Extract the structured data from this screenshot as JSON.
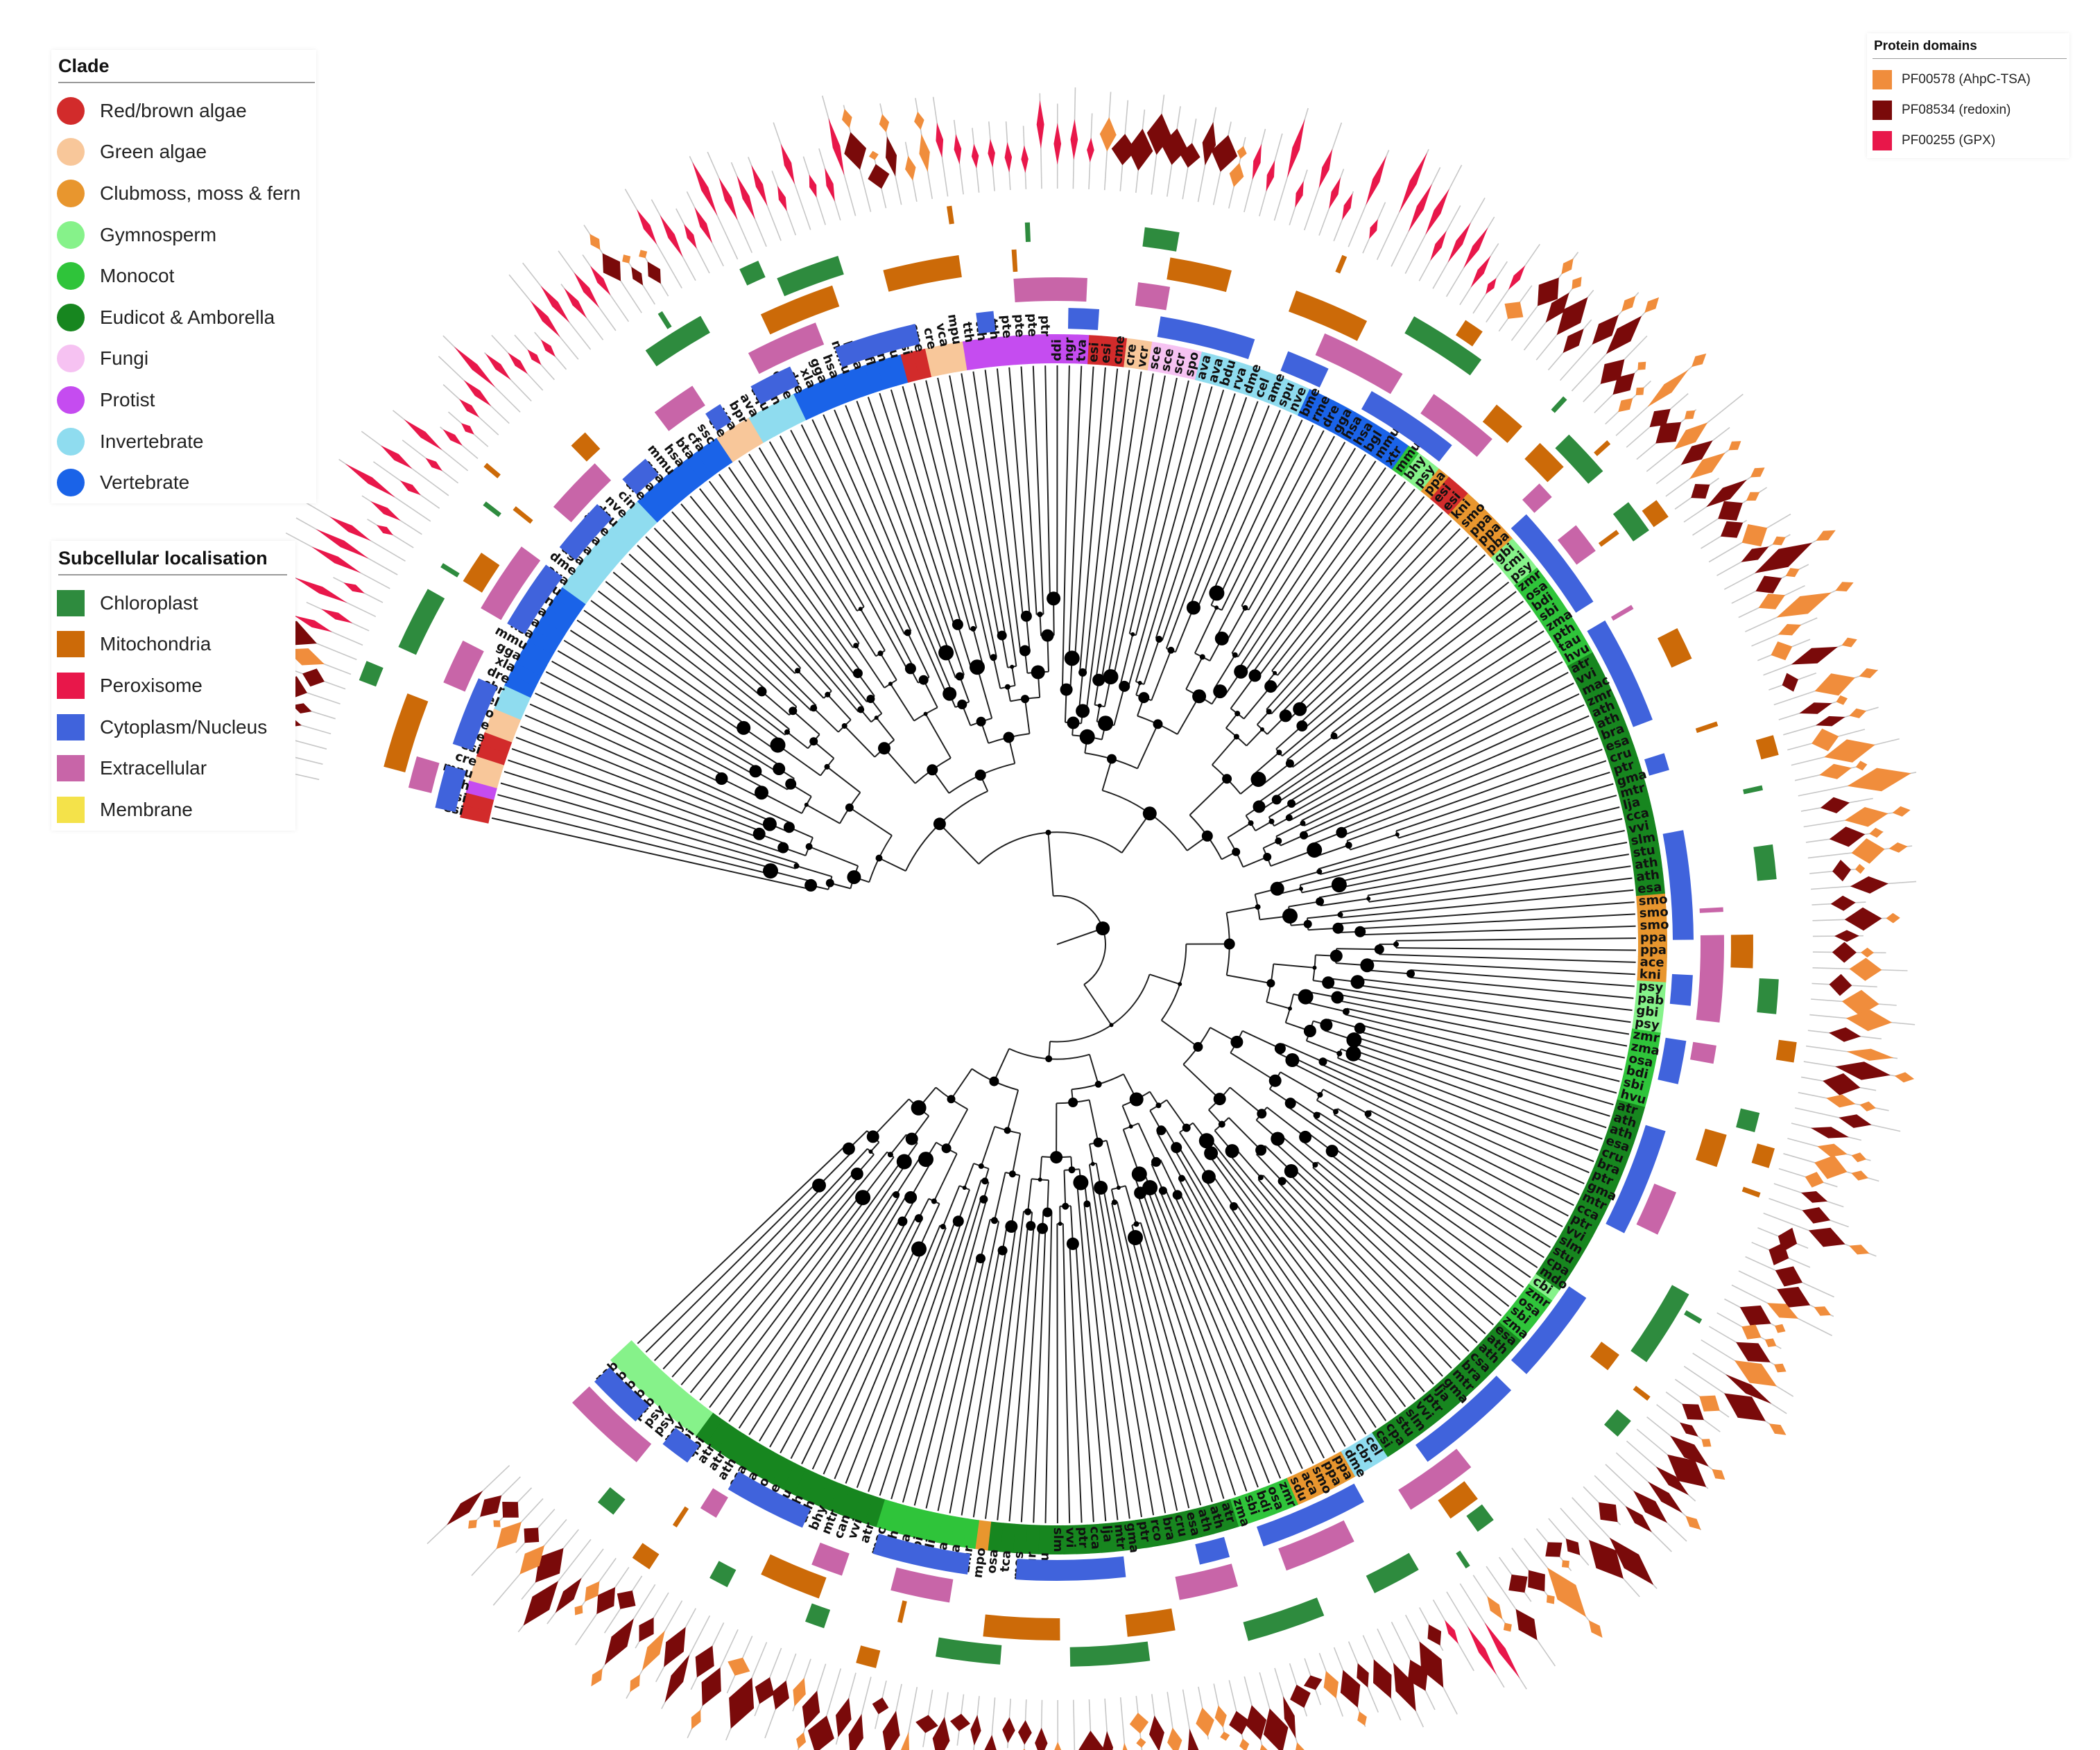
{
  "clade_legend": {
    "title": "Clade",
    "items": [
      {
        "label": "Red/brown algae",
        "color": "#d22b2b"
      },
      {
        "label": "Green algae",
        "color": "#f8c79a"
      },
      {
        "label": "Clubmoss, moss & fern",
        "color": "#e8962e"
      },
      {
        "label": "Gymnosperm",
        "color": "#86f28a"
      },
      {
        "label": "Monocot",
        "color": "#2fc43a"
      },
      {
        "label": "Eudicot & Amborella",
        "color": "#17861f"
      },
      {
        "label": "Fungi",
        "color": "#f6c2f2"
      },
      {
        "label": "Protist",
        "color": "#c54cf0"
      },
      {
        "label": "Invertebrate",
        "color": "#8fdcef"
      },
      {
        "label": "Vertebrate",
        "color": "#1a63e8"
      }
    ]
  },
  "localisation_legend": {
    "title": "Subcellular localisation",
    "items": [
      {
        "label": "Chloroplast",
        "color": "#2e8b3e"
      },
      {
        "label": "Mitochondria",
        "color": "#cc6a08"
      },
      {
        "label": "Peroxisome",
        "color": "#e8174a"
      },
      {
        "label": "Cytoplasm/Nucleus",
        "color": "#4063dc"
      },
      {
        "label": "Extracellular",
        "color": "#c865a8"
      },
      {
        "label": "Membrane",
        "color": "#f4e24a"
      }
    ]
  },
  "domain_legend": {
    "title": "Protein domains",
    "items": [
      {
        "label": "PF00578 (AhpC-TSA)",
        "color": "#f08d3c"
      },
      {
        "label": "PF08534 (redoxin)",
        "color": "#7a0a0a"
      },
      {
        "label": "PF00255 (GPX)",
        "color": "#e8174a"
      }
    ]
  },
  "tree": {
    "clade_segments": [
      {
        "clade": "Red/brown algae",
        "count": 2,
        "labels": [
          "esi",
          "esi"
        ]
      },
      {
        "clade": "Protist",
        "count": 1,
        "labels": [
          "tth"
        ]
      },
      {
        "clade": "Green algae",
        "count": 2,
        "labels": [
          "mpu",
          "cre"
        ]
      },
      {
        "clade": "Red/brown algae",
        "count": 2,
        "labels": [
          "esi",
          "cme"
        ]
      },
      {
        "clade": "Green algae",
        "count": 2,
        "labels": [
          "cre",
          "mco"
        ]
      },
      {
        "clade": "Invertebrate",
        "count": 2,
        "labels": [
          "cel",
          "cbr"
        ]
      },
      {
        "clade": "Vertebrate",
        "count": 9,
        "labels": [
          "dre",
          "xla",
          "gga",
          "mmu",
          "hsa",
          "cfa",
          "bta",
          "oan",
          "tru"
        ]
      },
      {
        "clade": "Invertebrate",
        "count": 9,
        "labels": [
          "ava",
          "dme",
          "aga",
          "sma",
          "tca",
          "ame",
          "dpu",
          "nve",
          "cin"
        ]
      },
      {
        "clade": "Vertebrate",
        "count": 8,
        "labels": [
          "dre",
          "xla",
          "gga",
          "mmu",
          "hsa",
          "bta",
          "cfa",
          "ssc"
        ]
      },
      {
        "clade": "Green algae",
        "count": 3,
        "labels": [
          "cre",
          "vca",
          "bpr"
        ]
      },
      {
        "clade": "Invertebrate",
        "count": 4,
        "labels": [
          "ava",
          "aqu",
          "cin",
          "dme"
        ]
      },
      {
        "clade": "Vertebrate",
        "count": 9,
        "labels": [
          "dre",
          "xla",
          "gga",
          "hsa",
          "mmu",
          "pma",
          "bfl",
          "oan",
          "tru"
        ]
      },
      {
        "clade": "Red/brown algae",
        "count": 2,
        "labels": [
          "esi",
          "cme"
        ]
      },
      {
        "clade": "Green algae",
        "count": 3,
        "labels": [
          "cre",
          "vca",
          "mpu"
        ]
      },
      {
        "clade": "Protist",
        "count": 10,
        "labels": [
          "tth",
          "tth",
          "tth",
          "pte",
          "pte",
          "pte",
          "ptr",
          "ddi",
          "ngr",
          "tva"
        ]
      },
      {
        "clade": "Red/brown algae",
        "count": 3,
        "labels": [
          "esi",
          "esi",
          "cme"
        ]
      },
      {
        "clade": "Green algae",
        "count": 2,
        "labels": [
          "cre",
          "vcr"
        ]
      },
      {
        "clade": "Fungi",
        "count": 4,
        "labels": [
          "sce",
          "sce",
          "scr",
          "spo"
        ]
      },
      {
        "clade": "Invertebrate",
        "count": 9,
        "labels": [
          "ava",
          "ava",
          "bdu",
          "rva",
          "dme",
          "cel",
          "ame",
          "spu",
          "nve"
        ]
      },
      {
        "clade": "Vertebrate",
        "count": 9,
        "labels": [
          "bme",
          "rme",
          "dre",
          "gga",
          "hsa",
          "hsa",
          "bgl",
          "mmu",
          "xtr"
        ]
      },
      {
        "clade": "Monocot",
        "count": 1,
        "labels": [
          "mmu"
        ]
      },
      {
        "clade": "Gymnosperm",
        "count": 2,
        "labels": [
          "bhy",
          "psy"
        ]
      },
      {
        "clade": "Clubmoss, moss & fern",
        "count": 1,
        "labels": [
          "ppa"
        ]
      },
      {
        "clade": "Red/brown algae",
        "count": 2,
        "labels": [
          "esi",
          "esi"
        ]
      },
      {
        "clade": "Clubmoss, moss & fern",
        "count": 5,
        "labels": [
          "kni",
          "smo",
          "ppa",
          "ppa",
          "pba"
        ]
      },
      {
        "clade": "Gymnosperm",
        "count": 3,
        "labels": [
          "gbi",
          "cmi",
          "psy"
        ]
      },
      {
        "clade": "Monocot",
        "count": 8,
        "labels": [
          "zmr",
          "osa",
          "bdi",
          "sbi",
          "zma",
          "pth",
          "tau",
          "hvu"
        ]
      },
      {
        "clade": "Eudicot & Amborella",
        "count": 20,
        "labels": [
          "atr",
          "vvi",
          "mac",
          "zmr",
          "ath",
          "ath",
          "bra",
          "esa",
          "cru",
          "ptr",
          "gma",
          "mtr",
          "lja",
          "cca",
          "vvi",
          "slm",
          "stu",
          "ath",
          "ath",
          "esa"
        ]
      },
      {
        "clade": "Clubmoss, moss & fern",
        "count": 7,
        "labels": [
          "smo",
          "smo",
          "smo",
          "ppa",
          "ppa",
          "ace",
          "kni"
        ]
      },
      {
        "clade": "Gymnosperm",
        "count": 4,
        "labels": [
          "psy",
          "pab",
          "gbi",
          "psy"
        ]
      },
      {
        "clade": "Monocot",
        "count": 6,
        "labels": [
          "zmr",
          "zma",
          "osa",
          "bdi",
          "sbi",
          "hvu"
        ]
      },
      {
        "clade": "Eudicot & Amborella",
        "count": 16,
        "labels": [
          "atr",
          "ath",
          "ath",
          "esa",
          "cru",
          "bra",
          "ptr",
          "gma",
          "mtr",
          "cca",
          "ptr",
          "vvi",
          "slm",
          "stu",
          "cpa",
          "mdo"
        ]
      },
      {
        "clade": "Gymnosperm",
        "count": 1,
        "labels": [
          "cbi"
        ]
      },
      {
        "clade": "Monocot",
        "count": 4,
        "labels": [
          "zmr",
          "osa",
          "sbi",
          "zma"
        ]
      },
      {
        "clade": "Eudicot & Amborella",
        "count": 14,
        "labels": [
          "esa",
          "ath",
          "ath",
          "csa",
          "bra",
          "mtr",
          "gma",
          "lja",
          "ptr",
          "vvi",
          "slm",
          "stu",
          "cpa",
          "csi"
        ]
      },
      {
        "clade": "Invertebrate",
        "count": 3,
        "labels": [
          "cel",
          "cbr",
          "dme"
        ]
      },
      {
        "clade": "Clubmoss, moss & fern",
        "count": 5,
        "labels": [
          "ppa",
          "ppa",
          "smo",
          "aca",
          "sdu"
        ]
      },
      {
        "clade": "Monocot",
        "count": 5,
        "labels": [
          "zmr",
          "osa",
          "bdi",
          "sbi",
          "zma"
        ]
      },
      {
        "clade": "Eudicot & Amborella",
        "count": 20,
        "labels": [
          "atr",
          "ath",
          "ath",
          "esa",
          "cru",
          "bra",
          "rco",
          "ptr",
          "gma",
          "mtr",
          "lja",
          "cca",
          "ptr",
          "vvi",
          "slm",
          "stu",
          "egr",
          "mes",
          "tca",
          "osa"
        ]
      },
      {
        "clade": "Clubmoss, moss & fern",
        "count": 1,
        "labels": [
          "mpo"
        ]
      },
      {
        "clade": "Monocot",
        "count": 8,
        "labels": [
          "zmr",
          "osa",
          "osa",
          "bdi",
          "sbi",
          "zma",
          "pth",
          "mac"
        ]
      },
      {
        "clade": "Eudicot & Amborella",
        "count": 16,
        "labels": [
          "atr",
          "vvi",
          "can",
          "mtr",
          "bhy",
          "ath",
          "ath",
          "tau",
          "fve",
          "rco",
          "epa",
          "esa",
          "ath",
          "atr",
          "atr",
          "qbi"
        ]
      },
      {
        "clade": "Gymnosperm",
        "count": 9,
        "labels": [
          "gbi",
          "psy",
          "psy",
          "psy",
          "pab",
          "pab",
          "pab",
          "pab",
          "pab"
        ]
      }
    ]
  }
}
